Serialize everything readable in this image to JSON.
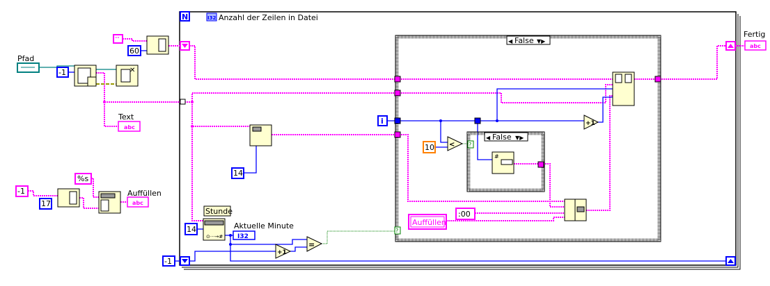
{
  "diagram": {
    "for_loop": {
      "count_terminal": "N",
      "count_indicator_type": "I32",
      "count_label": "Anzahl der Zeilen in Datei",
      "iteration_terminal": "i"
    },
    "controls": {
      "path_label": "Pfad",
      "text_label": "Text",
      "fill_label": "Auffüllen",
      "done_label": "Fertig",
      "hour_label": "Stunde",
      "current_minute_label": "Aktuelle Minute",
      "current_minute_type": "I32",
      "string_type": "abc"
    },
    "constants": {
      "neg_one_a": "-1",
      "neg_one_b": "-1",
      "neg_one_c": "-1",
      "sixty": "60",
      "fourteen_a": "14",
      "fourteen_b": "14",
      "seventeen": "17",
      "format_string": "%s",
      "ten": "10",
      "colon_zero": ":00",
      "fill_string": "Auffüllen",
      "empty_string": "\"\""
    },
    "case_structures": {
      "outer_selector": "False",
      "inner_selector": "False"
    },
    "primitives": {
      "increment": "+1",
      "equal": "=",
      "less": "<",
      "selector_terminal": "?"
    },
    "colors": {
      "string_wire": "#ff00ff",
      "integer_wire": "#0000ff",
      "path_wire": "#008080",
      "boolean_wire": "#008000",
      "node_fill": "#ffffd0",
      "double_const": "#ff8000"
    }
  }
}
